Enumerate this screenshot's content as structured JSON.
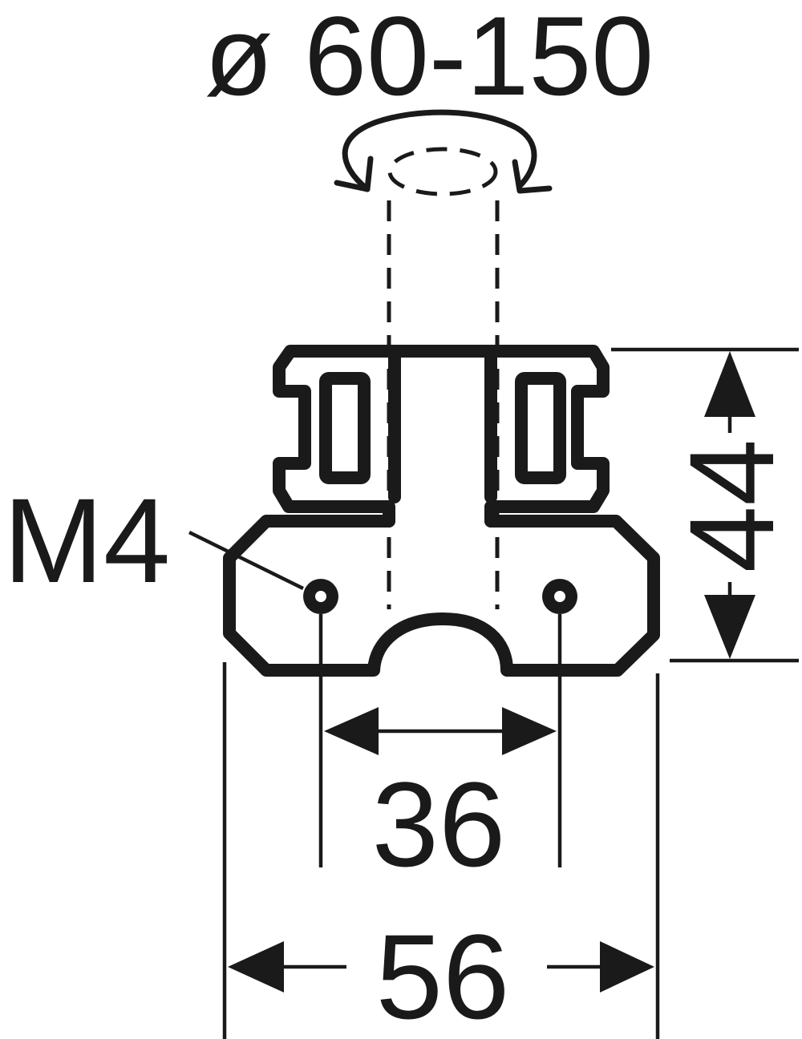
{
  "labels": {
    "pipe_diameter": "ø 60-150",
    "thread": "M4",
    "height": "44",
    "hole_spacing": "36",
    "overall_width": "56"
  },
  "colors": {
    "line": "#1a1a1a",
    "background": "#ffffff"
  }
}
